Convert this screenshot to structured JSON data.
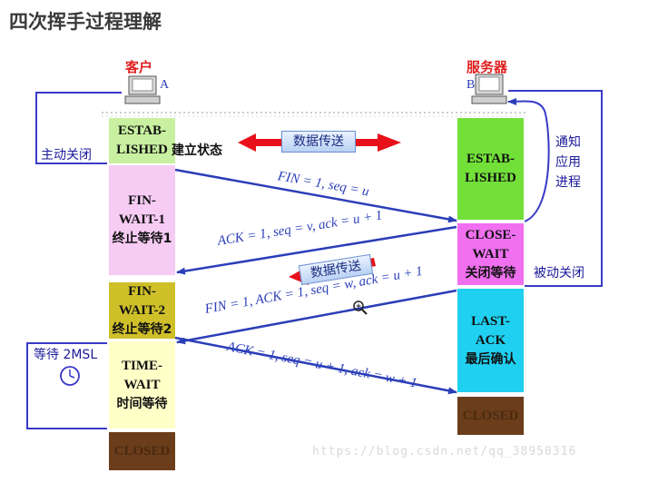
{
  "title": "四次挥手过程理解",
  "client": {
    "label": "客户",
    "letter": "A"
  },
  "server": {
    "label": "服务器",
    "letter": "B"
  },
  "states": {
    "client_established": {
      "line1": "ESTAB-",
      "line2": "LISHED",
      "extra": "建立状态",
      "color": "#c8f0a0"
    },
    "fin_wait_1": {
      "line1": "FIN-WAIT-1",
      "line2": "终止等待1",
      "color": "#f6cbf4"
    },
    "fin_wait_2": {
      "line1": "FIN-WAIT-2",
      "line2": "终止等待2",
      "color": "#cfc02a"
    },
    "time_wait": {
      "line1": "TIME-WAIT",
      "line2": "时间等待",
      "color": "#ffffc8"
    },
    "client_closed": {
      "line1": "CLOSED",
      "color": "#6b3d1a"
    },
    "server_established": {
      "line1": "ESTAB-",
      "line2": "LISHED",
      "color": "#73e03a"
    },
    "close_wait": {
      "line1": "CLOSE-WAIT",
      "line2": "关闭等待",
      "color": "#f070f0"
    },
    "last_ack": {
      "line1": "LAST-ACK",
      "line2": "最后确认",
      "color": "#20d0f0"
    },
    "server_closed": {
      "line1": "CLOSED",
      "color": "#6b3d1a"
    }
  },
  "side_labels": {
    "active_close": "主动关闭",
    "notify_line1": "通知",
    "notify_line2": "应用",
    "notify_line3": "进程",
    "passive_close": "被动关闭",
    "wait_2msl": "等待 2MSL"
  },
  "data_transfer_1": "数据传送",
  "data_transfer_2": "数据传送",
  "messages": {
    "fin1": "FIN = 1, seq = u",
    "ack1": "ACK = 1, seq = v, ack = u + 1",
    "fin2": "FIN = 1, ACK = 1, seq = w, ack = u + 1",
    "ack2": "ACK = 1, seq = u + 1, ack = w + 1"
  },
  "watermark": "https://blog.csdn.net/qq_38950316"
}
